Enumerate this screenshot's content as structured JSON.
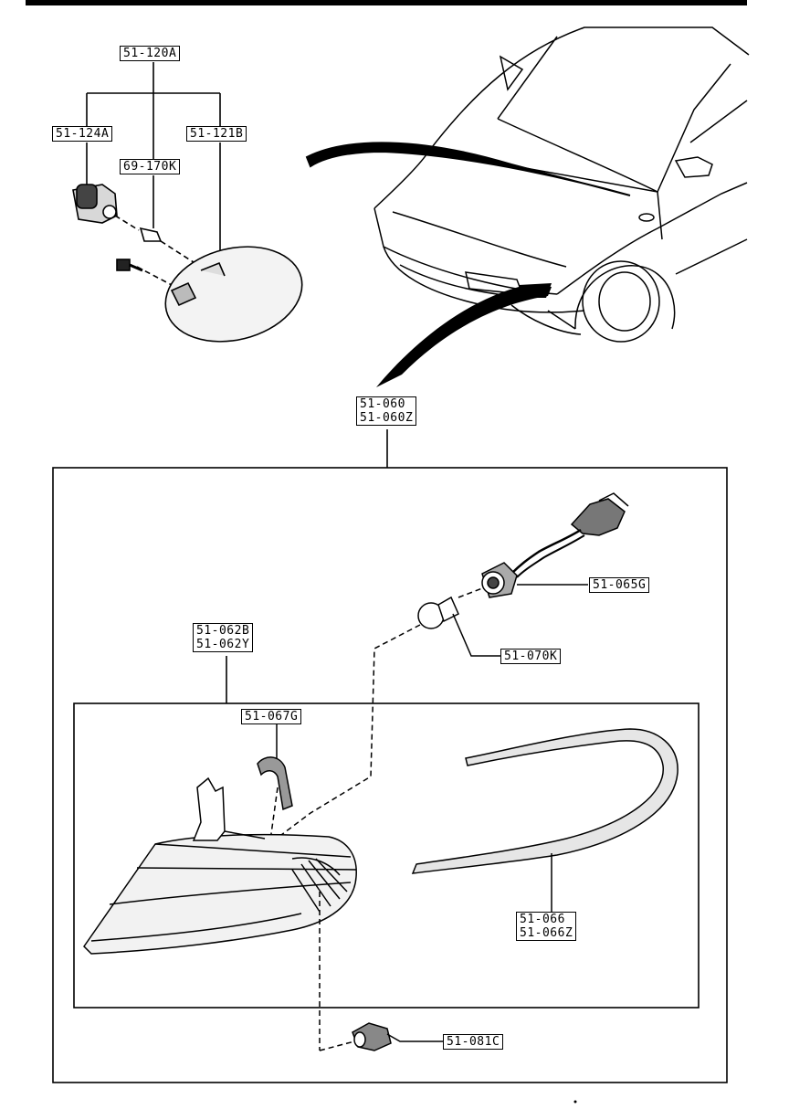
{
  "callouts": {
    "side_marker_assembly": "51-120A",
    "side_marker_socket": "51-124A",
    "side_marker_lens": "51-121B",
    "side_marker_bulb": "69-170K",
    "front_combination_lamp": [
      "51-060",
      "51-060Z"
    ],
    "lamp_body": [
      "51-062B",
      "51-062Y"
    ],
    "gasket": "51-067G",
    "socket": "51-065G",
    "bulb": "51-070K",
    "lamp_molding": [
      "51-066",
      "51-066Z"
    ],
    "clip": "51-081C"
  }
}
